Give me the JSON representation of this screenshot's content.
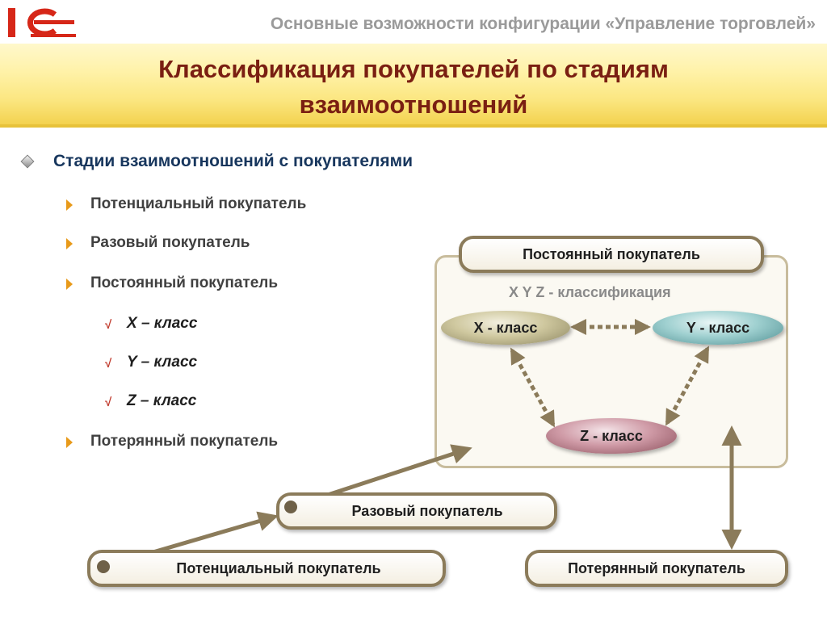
{
  "header": {
    "subtitle": "Основные возможности конфигурации «Управление торговлей»",
    "title_line1": "Классификация покупателей по стадиям",
    "title_line2": "взаимоотношений"
  },
  "content": {
    "heading": "Стадии взаимоотношений с покупателями",
    "bullets": [
      "Потенциальный покупатель",
      "Разовый покупатель",
      "Постоянный покупатель",
      "Потерянный покупатель"
    ],
    "sub_bullets": [
      "X – класс",
      "Y – класс",
      "Z – класс"
    ],
    "check_glyph": "√"
  },
  "diagram": {
    "permanent": "Постоянный покупатель",
    "xyz_label": "X Y Z - классификация",
    "x_class": "X - класс",
    "y_class": "Y - класс",
    "z_class": "Z - класс",
    "one_time": "Разовый  покупатель",
    "potential": "Потенциальный  покупатель",
    "lost": "Потерянный  покупатель"
  },
  "colors": {
    "title": "#7a1f12",
    "heading": "#17365d",
    "bullet_arrow": "#e89a1a",
    "check": "#c0392b",
    "connector": "#8b7b5a"
  }
}
